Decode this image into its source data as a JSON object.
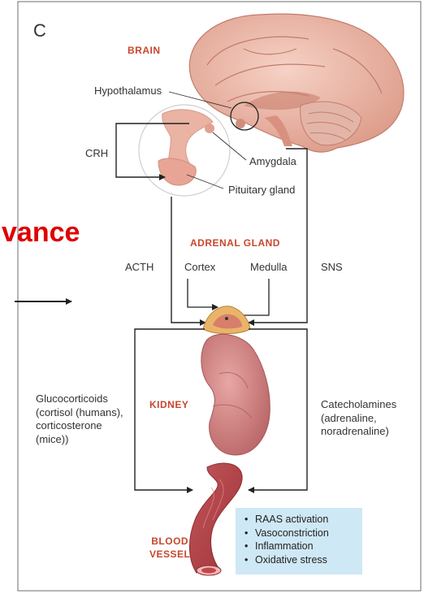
{
  "panel_letter": "C",
  "overlay_text": "vance",
  "labels": {
    "brain": "BRAIN",
    "hypothalamus": "Hypothalamus",
    "crh": "CRH",
    "amygdala": "Amygdala",
    "pituitary": "Pituitary gland",
    "adrenal_gland": "ADRENAL GLAND",
    "acth": "ACTH",
    "cortex": "Cortex",
    "medulla": "Medulla",
    "sns": "SNS",
    "glucocorticoids": [
      "Glucocorticoids",
      "(cortisol (humans),",
      "corticosterone",
      "(mice))"
    ],
    "kidney": "KIDNEY",
    "catecholamines": [
      "Catecholamines",
      "(adrenaline,",
      "noradrenaline)"
    ],
    "blood_vessel": [
      "BLOOD",
      "VESSEL"
    ]
  },
  "effects": [
    "RAAS activation",
    "Vasoconstriction",
    "Inflammation",
    "Oxidative stress"
  ],
  "colors": {
    "accent_red": "#c8472d",
    "overlay_red": "#e00000",
    "legend_bg": "#cfe8f5",
    "organ_pink": "#e8a596",
    "kidney": "#c9787a",
    "vessel": "#b8454b"
  }
}
